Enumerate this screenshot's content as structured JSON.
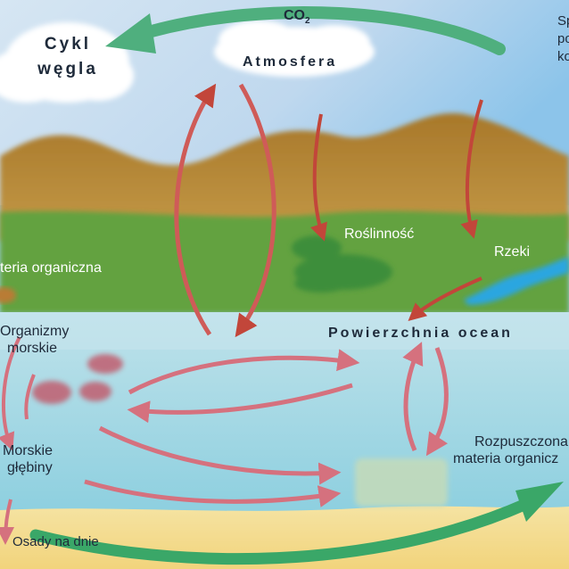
{
  "diagram": {
    "title_line1": "Cykl",
    "title_line2": "węgla",
    "co2_label": "CO",
    "co2_subscript": "2",
    "corner_text": [
      "Sp",
      "po",
      "ko"
    ],
    "labels": {
      "atmosphere": "Atmosfera",
      "vegetation": "Roślinność",
      "rivers": "Rzeki",
      "organic_matter": "teria organiczna",
      "ocean_surface": "Powierzchnia ocean",
      "marine_organisms_1": "Organizmy",
      "marine_organisms_2": "morskie",
      "deep_sea_1": "Morskie",
      "deep_sea_2": "głębiny",
      "dissolved_1": "Rozpuszczona",
      "dissolved_2": "materia organicz",
      "sediments": "Osady na dnie"
    },
    "colors": {
      "sky_top": "#bcd8ee",
      "hills": "#b88a34",
      "vegetation_band": "#5f9e3a",
      "ocean": "#a3d6e2",
      "sand": "#f3d88e",
      "green_arrow": "#3aa768",
      "red_arrow": "#c2463a",
      "pink_arrow": "#d5717e"
    }
  }
}
